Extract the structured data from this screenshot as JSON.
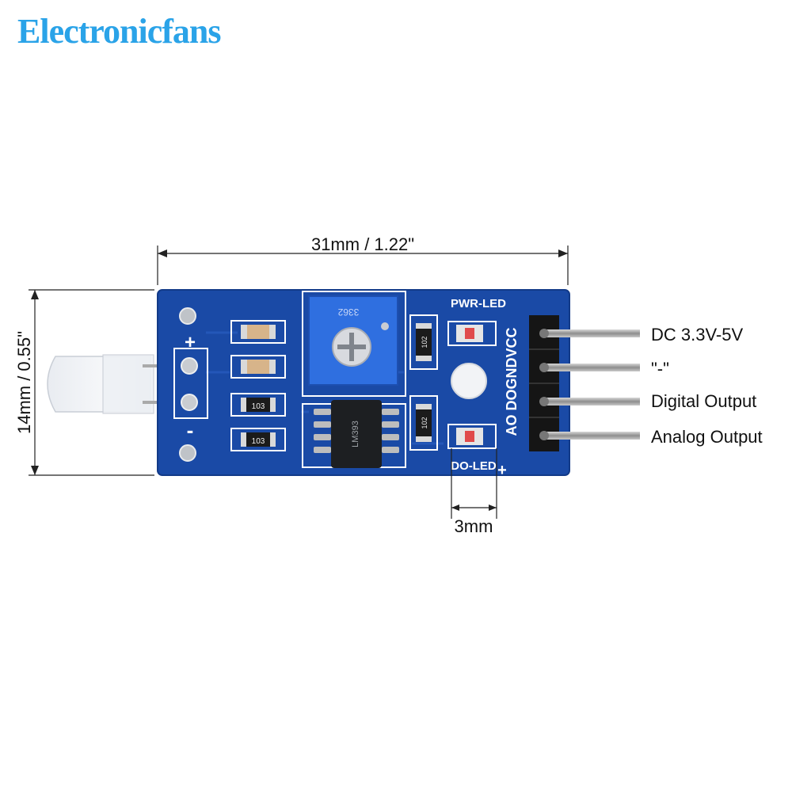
{
  "brand": "Electronicfans",
  "dimensions": {
    "width": "31mm / 1.22\"",
    "height": "14mm / 0.55\"",
    "pitch": "3mm"
  },
  "pins": [
    {
      "label": "DC 3.3V-5V"
    },
    {
      "label": "\"-\""
    },
    {
      "label": "Digital Output"
    },
    {
      "label": "Analog Output"
    }
  ],
  "silkscreen": {
    "pwr_led": "PWR-LED",
    "do_led": "DO-LED",
    "pin_names": "AO DOGNDVCC",
    "plus": "+",
    "minus": "-",
    "chip": "LM393",
    "pot_code": "3362",
    "res1": "103",
    "res2": "103",
    "res3": "102",
    "res4": "102"
  },
  "colors": {
    "pcb": "#1a4aa6",
    "pcb_edge": "#123a88",
    "brand": "#2aa3e8",
    "pot": "#2f6fe0",
    "pin": "#9a9a9a"
  }
}
